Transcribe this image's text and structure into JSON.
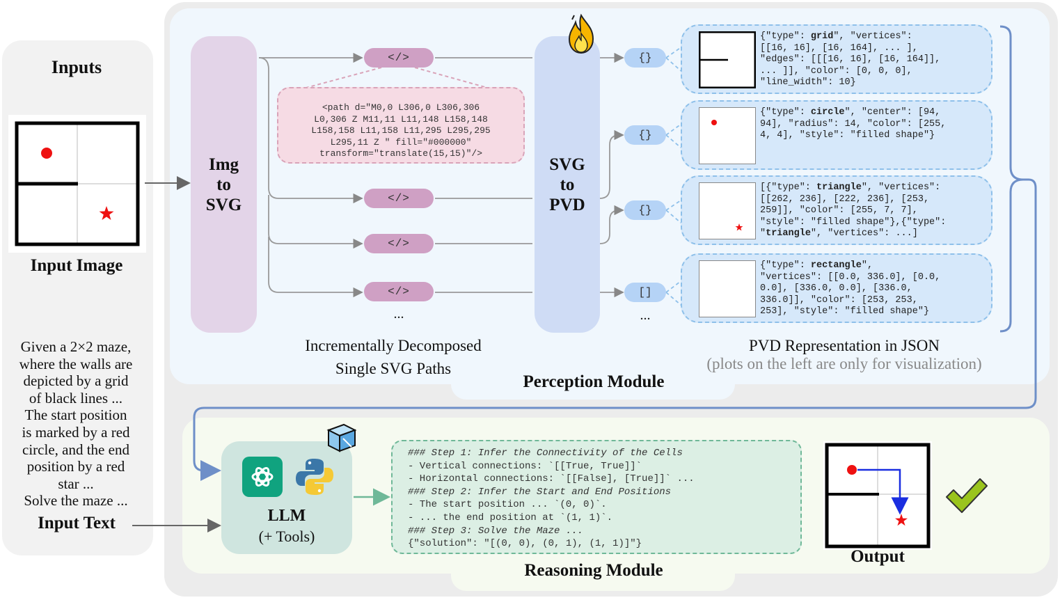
{
  "inputs": {
    "title": "Inputs",
    "image_label": "Input Image",
    "text_lines": [
      "Given a 2×2 maze,",
      "where the walls are",
      "depicted by a grid",
      "of black lines ...",
      "The start position",
      "is marked by a red",
      "circle, and the end",
      "position by a red",
      "star ...",
      "Solve the maze ..."
    ],
    "text_label": "Input Text"
  },
  "perception": {
    "module_title": "Perception Module",
    "img_to_svg": [
      "Img",
      "to",
      "SVG"
    ],
    "svg_to_pvd": [
      "SVG",
      "to",
      "PVD"
    ],
    "code_symbol": "</>",
    "ellipsis": "...",
    "path_example": [
      "<path d=\"M0,0 L306,0 L306,306",
      "L0,306 Z M11,11 L11,148 L158,148",
      "L158,158 L11,158 L11,295 L295,295",
      "L295,11 Z \" fill=\"#000000\"",
      "transform=\"translate(15,15)\"/>"
    ],
    "paths_caption": [
      "Incrementally Decomposed",
      "Single SVG Paths"
    ],
    "pvd_caption": [
      "PVD Representation in JSON",
      "(plots on the left are only for visualization)"
    ],
    "brace_symbols": [
      "{}",
      "{}",
      "{}",
      "[]"
    ],
    "pvd_entries": [
      {
        "lines": [
          "{\"type\": ",
          "grid",
          "\", \"vertices\":\n[[16, 16], [16, 164], ... ],\n\"edges\": [[[16, 16], [16, 164]],\n... ]], \"color\": [0, 0, 0],\n\"line_width\": 10}"
        ]
      },
      {
        "lines": [
          "{\"type\": ",
          "circle",
          "\", \"center\": [94,\n94], \"radius\": 14, \"color\": [255,\n4, 4], \"style\": \"filled shape\"}"
        ]
      },
      {
        "lines": [
          "[{\"type\": ",
          "triangle",
          "\", \"vertices\":\n[[262, 236], [222, 236], [253,\n259]], \"color\": [255, 7, 7],\n\"style\": \"filled shape\"},{\"type\":\n\"",
          "triangle",
          "\", \"vertices\": ...]"
        ]
      },
      {
        "lines": [
          "{\"type\": ",
          "rectangle",
          "\",\n\"vertices\": [[0.0, 336.0], [0.0,\n0.0], [336.0, 0.0], [336.0,\n336.0]], \"color\": [253, 253,\n253], \"style\": \"filled shape\"}"
        ]
      }
    ]
  },
  "reasoning": {
    "module_title": "Reasoning Module",
    "llm_label": "LLM",
    "llm_sub": "(+ Tools)",
    "output_label": "Output",
    "steps": [
      "### Step 1: Infer the Connectivity of the Cells",
      "- Vertical connections: `[[True, True]]`",
      "- Horizontal connections: `[[False], [True]]` ...",
      "### Step 2: Infer the Start and End Positions",
      "- The start position ... `(0, 0)`.",
      "- ... the end position at `(1, 1)`.",
      "### Step 3: Solve the Maze ...",
      "{\"solution\": \"[(0, 0), (0, 1), (1, 1)]\"}"
    ]
  },
  "colors": {
    "red": "#ee1111",
    "blue_arrow": "#1a2ee0",
    "check": "#9ac41d",
    "connector": "#6e8fc8"
  }
}
